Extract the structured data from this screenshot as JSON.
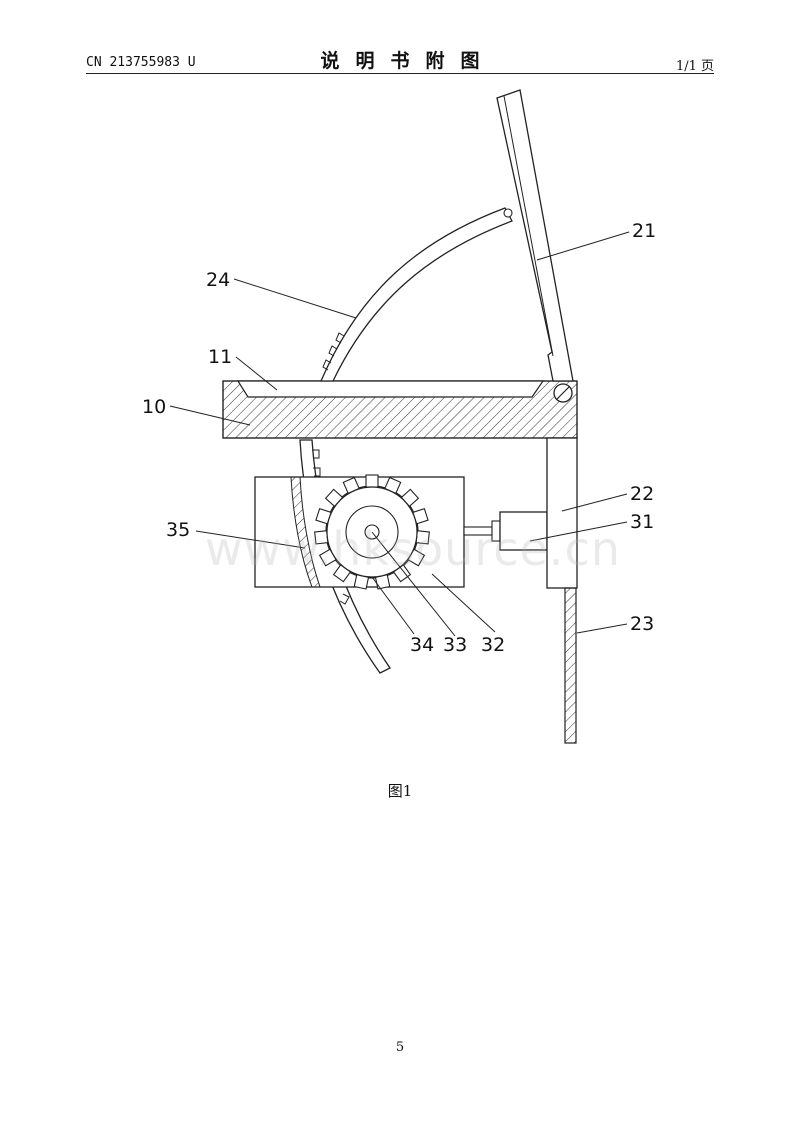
{
  "header": {
    "doc_number": "CN 213755983 U",
    "title": "说明书附图",
    "page_indicator": "1/1 页"
  },
  "figure": {
    "caption": "图1",
    "labels": [
      "10",
      "11",
      "21",
      "22",
      "23",
      "24",
      "31",
      "32",
      "33",
      "34",
      "35"
    ]
  },
  "watermark": "www.hksource.cn",
  "footer": {
    "page_number": "5"
  }
}
